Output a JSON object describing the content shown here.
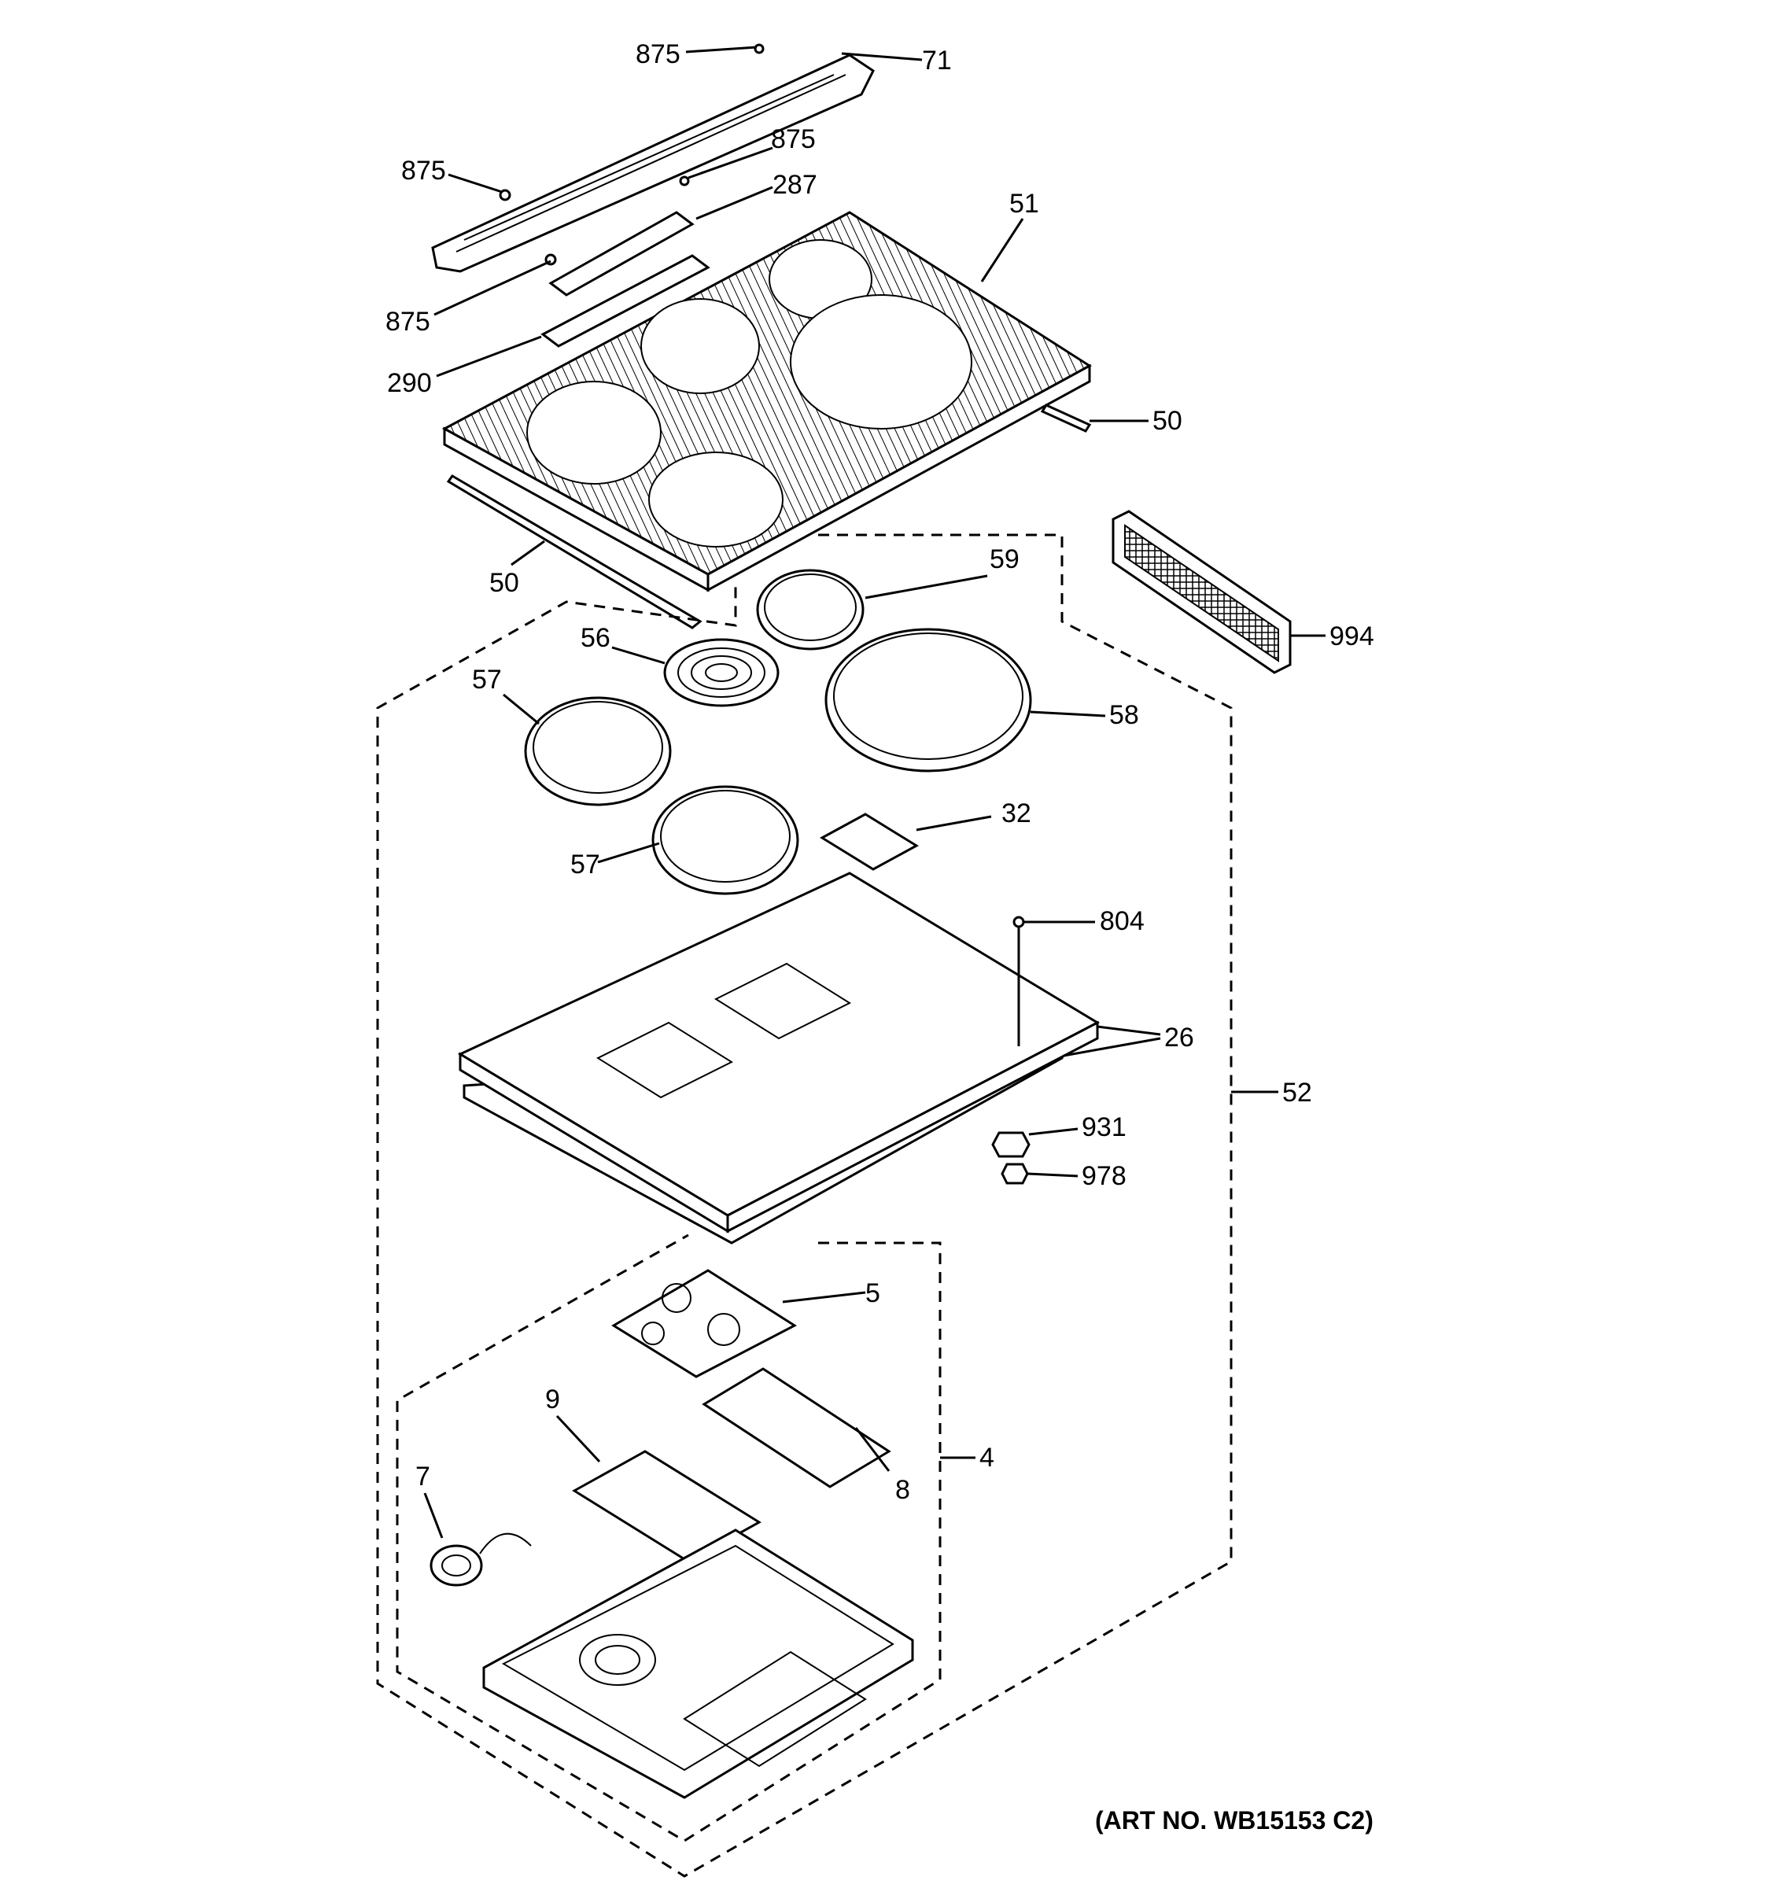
{
  "labels": {
    "p875a": "875",
    "p71": "71",
    "p875b": "875",
    "p875c": "875",
    "p287": "287",
    "p875d": "875",
    "p290": "290",
    "p51": "51",
    "p50a": "50",
    "p50b": "50",
    "p59": "59",
    "p994": "994",
    "p56": "56",
    "p57a": "57",
    "p58": "58",
    "p32": "32",
    "p57b": "57",
    "p804": "804",
    "p26": "26",
    "p52": "52",
    "p931": "931",
    "p978": "978",
    "p5": "5",
    "p9": "9",
    "p4": "4",
    "p7": "7",
    "p8": "8"
  },
  "art_number": "(ART NO. WB15153 C2)"
}
